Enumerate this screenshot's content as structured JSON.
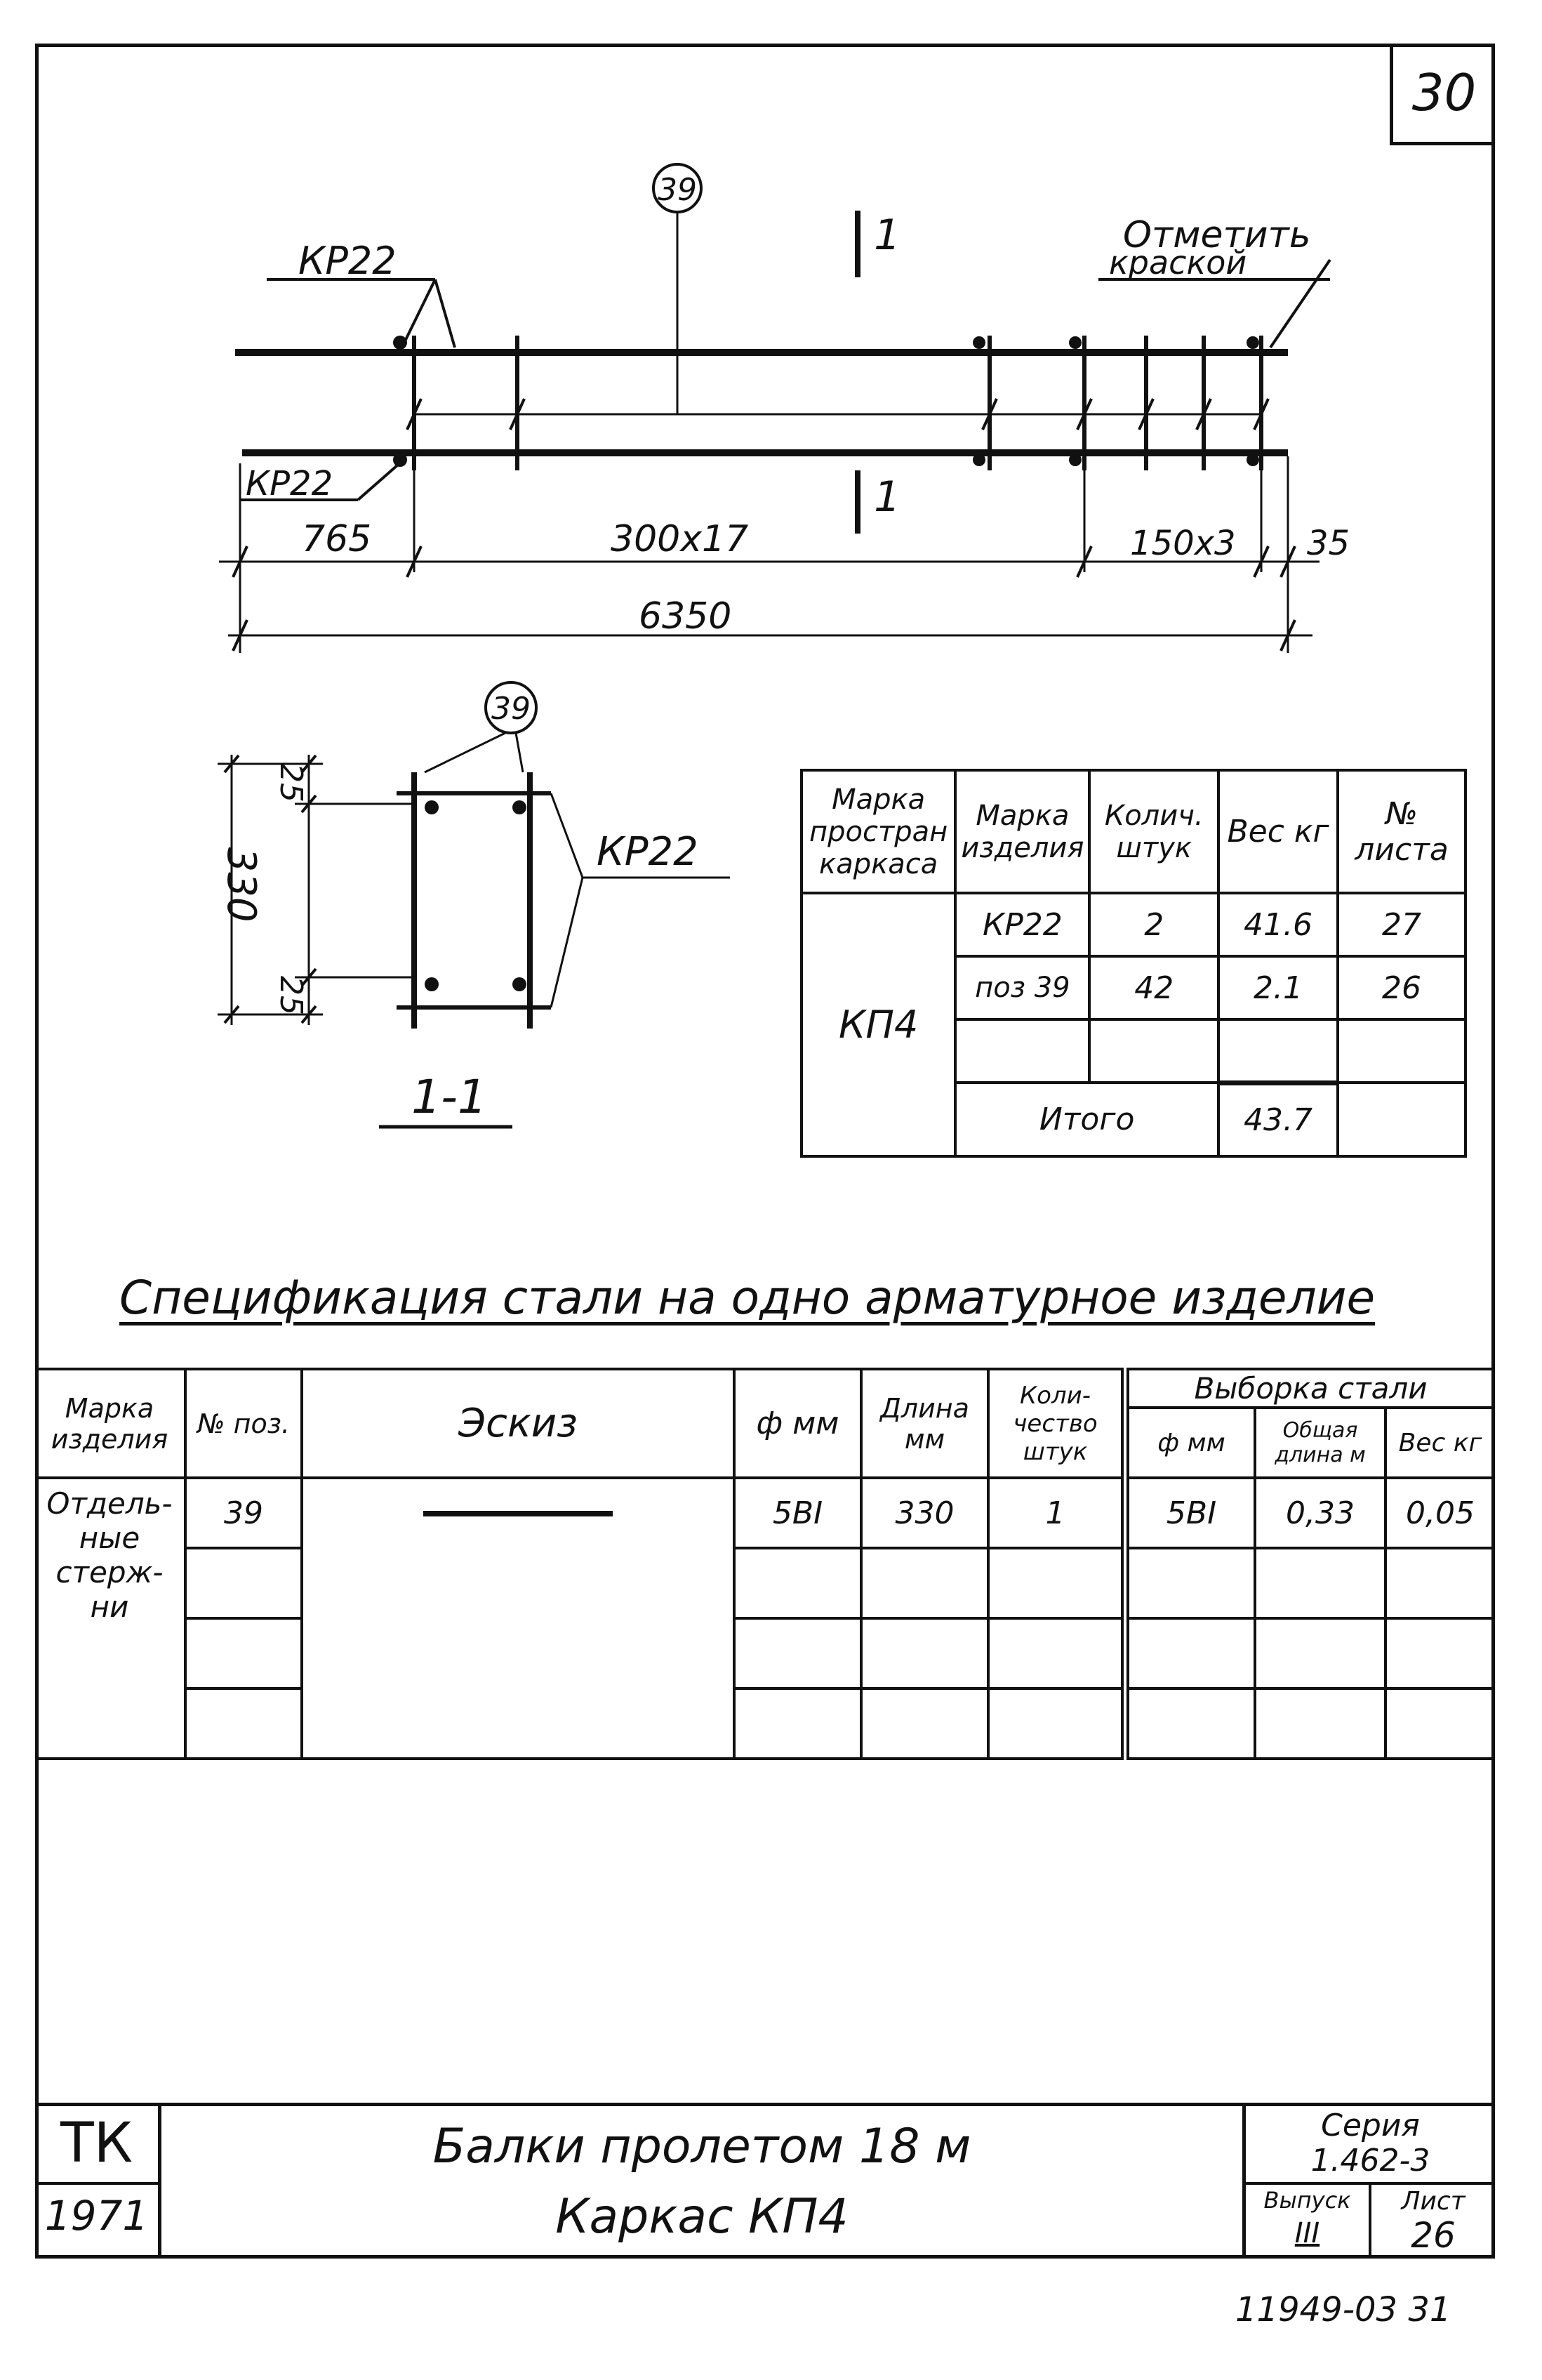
{
  "page_number": "30",
  "elevation": {
    "position_mark": "39",
    "bar_mark_top": "КР22",
    "bar_mark_bottom": "КР22",
    "section_mark_top": "1",
    "section_mark_bottom": "1",
    "note_line1": "Отметить",
    "note_line2": "краской",
    "dims": [
      "765",
      "300х17",
      "150х3",
      "35"
    ],
    "total_length": "6350"
  },
  "section": {
    "position_mark": "39",
    "bar_mark": "КР22",
    "height": "330",
    "cover_top": "25",
    "cover_bottom": "25",
    "title": "1-1"
  },
  "frame_table": {
    "headers": [
      "Марка простран каркаса",
      "Марка изделия",
      "Колич. штук",
      "Вес кг",
      "№ листа"
    ],
    "frame_mark": "КП4",
    "rows": [
      [
        "КР22",
        "2",
        "41.6",
        "27"
      ],
      [
        "поз 39",
        "42",
        "2.1",
        "26"
      ]
    ],
    "total_label": "Итого",
    "total_weight": "43.7"
  },
  "spec": {
    "title": "Спецификация стали на одно арматурное изделие",
    "headers": {
      "mark": "Марка изделия",
      "pos": "№ поз.",
      "sketch": "Эскиз",
      "dia": "ф мм",
      "length": "Длина мм",
      "qty": "Коли-чество штук",
      "selection": "Выборка стали",
      "sel_dia": "ф мм",
      "sel_total": "Общая длина м",
      "sel_weight": "Вес кг"
    },
    "row": {
      "mark": "Отдель-ные стерж-ни",
      "pos": "39",
      "dia": "5ВI",
      "length": "330",
      "qty": "1",
      "sel_dia": "5ВI",
      "sel_total": "0,33",
      "sel_weight": "0,05"
    }
  },
  "title_block": {
    "org": "ТК",
    "year": "1971",
    "title1": "Балки пролетом 18 м",
    "title2": "Каркас КП4",
    "series_label": "Серия",
    "series_value": "1.462-3",
    "issue_label": "Выпуск",
    "issue_value": "III",
    "sheet_label": "Лист",
    "sheet_value": "26"
  },
  "stamp": "11949-03 31"
}
